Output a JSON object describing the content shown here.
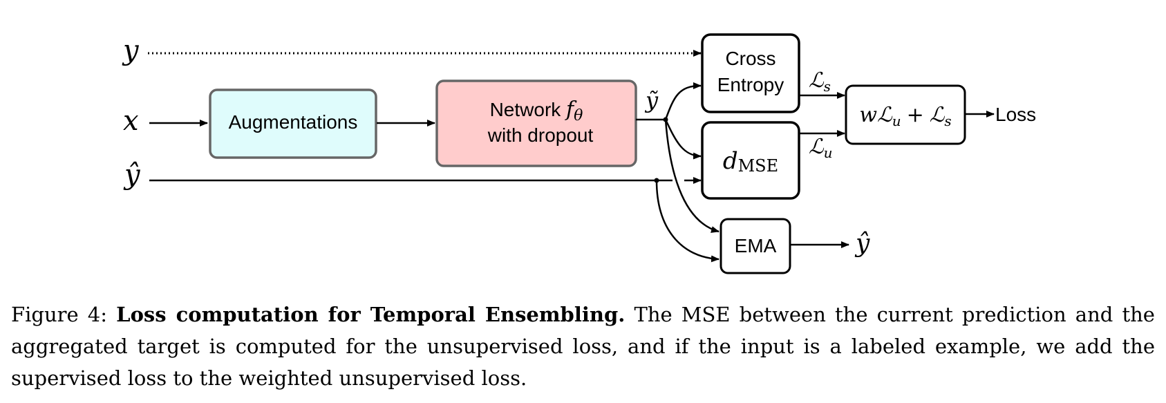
{
  "inputs": {
    "y": "y",
    "x": "x",
    "y_hat": "ŷ"
  },
  "boxes": {
    "augmentations": "Augmentations",
    "network_line1": "Network ",
    "network_f": "f",
    "network_theta": "θ",
    "network_line2": "with dropout",
    "cross_entropy_line1": "Cross",
    "cross_entropy_line2": "Entropy",
    "mse_d": "d",
    "mse_sub": "MSE",
    "combine_w": "w",
    "combine_L1": "ℒ",
    "combine_u": "u",
    "combine_plus": "+",
    "combine_L2": "ℒ",
    "combine_s": "s",
    "ema": "EMA"
  },
  "labels": {
    "y_tilde": "ỹ",
    "Ls_L": "ℒ",
    "Ls_sub": "s",
    "Lu_L": "ℒ",
    "Lu_sub": "u",
    "loss_output": "Loss",
    "ema_output": "ŷ"
  },
  "colors": {
    "augmentations_fill": "#dffcfc",
    "network_fill": "#ffcccc",
    "box_border": "#000000",
    "gray_border": "#666666"
  },
  "caption": {
    "prefix": "Figure 4: ",
    "bold": "Loss computation for Temporal Ensembling.",
    "rest": " The MSE between the current prediction and the aggregated target is computed for the unsupervised loss, and if the input is a labeled example, we add the supervised loss to the weighted unsupervised loss."
  }
}
